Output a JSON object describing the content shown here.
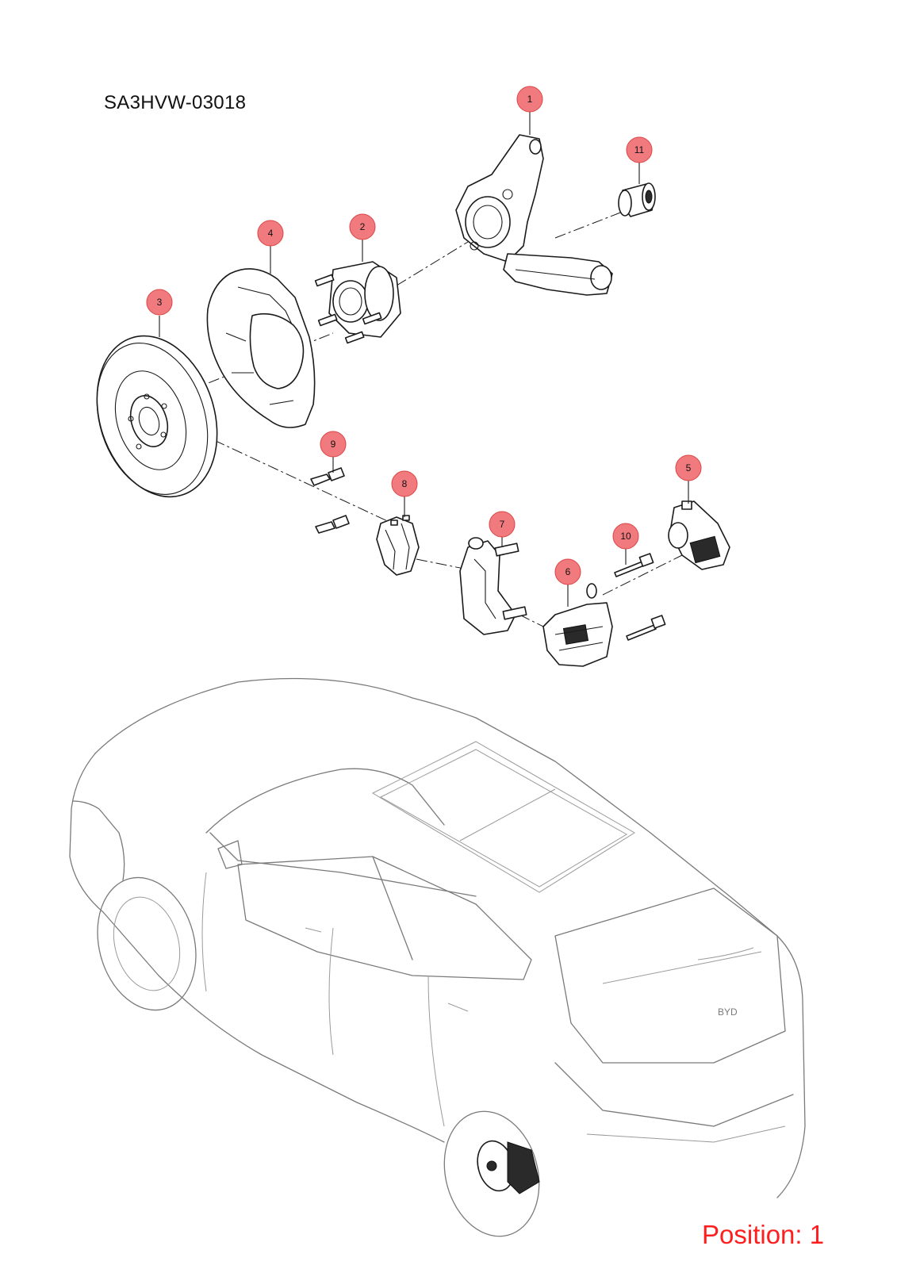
{
  "diagram": {
    "code": "SA3HVW-03018",
    "position_label": "Position: 1",
    "callouts": [
      "1",
      "2",
      "3",
      "4",
      "5",
      "6",
      "7",
      "8",
      "9",
      "10",
      "11"
    ],
    "accent_color": "#f07a7e",
    "position_color": "#ff1e1e"
  }
}
